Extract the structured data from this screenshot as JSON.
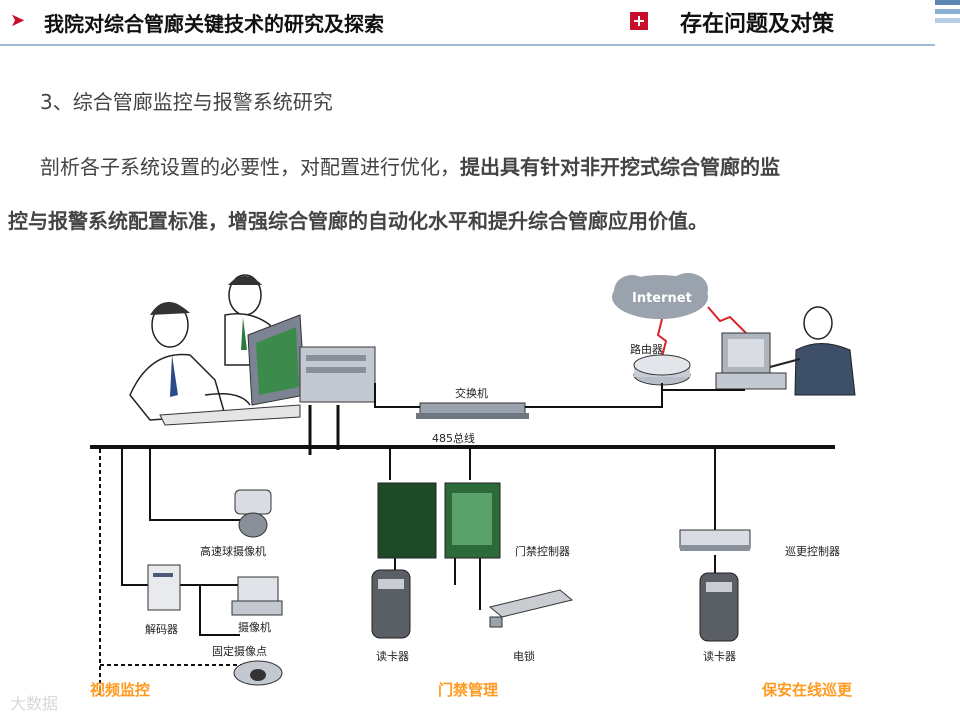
{
  "header": {
    "title": "我院对综合管廊关键技术的研究及探索",
    "right_title": "存在问题及对策"
  },
  "section": {
    "heading": "3、综合管廊监控与报警系统研究",
    "para_normal": "剖析各子系统设置的必要性，对配置进行优化，",
    "para_bold_1": "提出具有针对非开挖式综合管廊的监",
    "para_bold_2": "控与报警系统配置标准，增强综合管廊的自动化水平和提升综合管廊应用价值。"
  },
  "diagram": {
    "internet": "Internet",
    "router": "路由器",
    "switch": "交换机",
    "bus": "485总线",
    "speed_dome": "高速球摄像机",
    "decoder": "解码器",
    "camera": "摄像机",
    "fixed_point": "固定摄像点",
    "access_controller": "门禁控制器",
    "card_reader_1": "读卡器",
    "electric_lock": "电锁",
    "patrol_controller": "巡更控制器",
    "card_reader_2": "读卡器",
    "cat_video": "视频监控",
    "cat_access": "门禁管理",
    "cat_patrol": "保安在线巡更"
  },
  "watermark": "大数据"
}
